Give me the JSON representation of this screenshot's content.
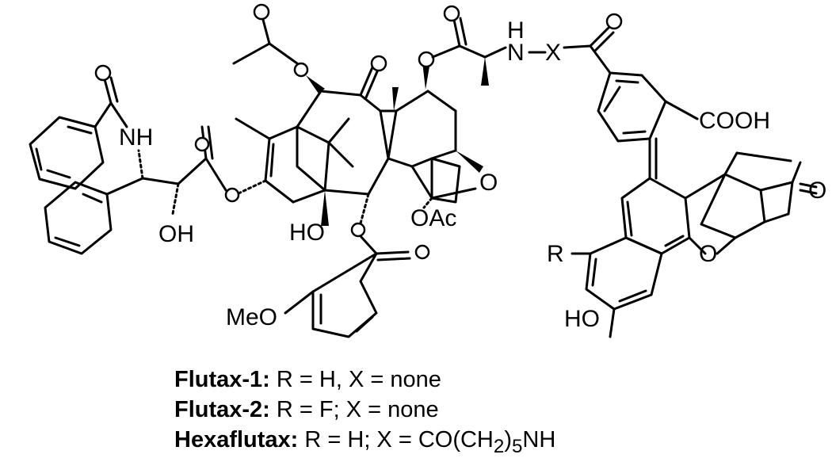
{
  "atoms": {
    "nh_left": "NH",
    "oh_side": "OH",
    "ho_core": "HO",
    "oac": "OAc",
    "meo": "MeO",
    "h_top": "H",
    "n_top": "N",
    "x_top": "X",
    "cooh": "COOH",
    "r_sub": "R",
    "ho_bottom": "HO",
    "o_ring": "O",
    "o_ketone": "O",
    "o_bridge": "O"
  },
  "legend": [
    {
      "name": "Flutax-1:",
      "text": " R = H, X = none"
    },
    {
      "name": "Flutax-2:",
      "text": " R = F; X = none"
    },
    {
      "name": "Hexaflutax:",
      "text": " R = H; X = CO(CH",
      "sub": "2",
      "tail": ")",
      "sub2": "5",
      "tail2": "NH"
    }
  ]
}
